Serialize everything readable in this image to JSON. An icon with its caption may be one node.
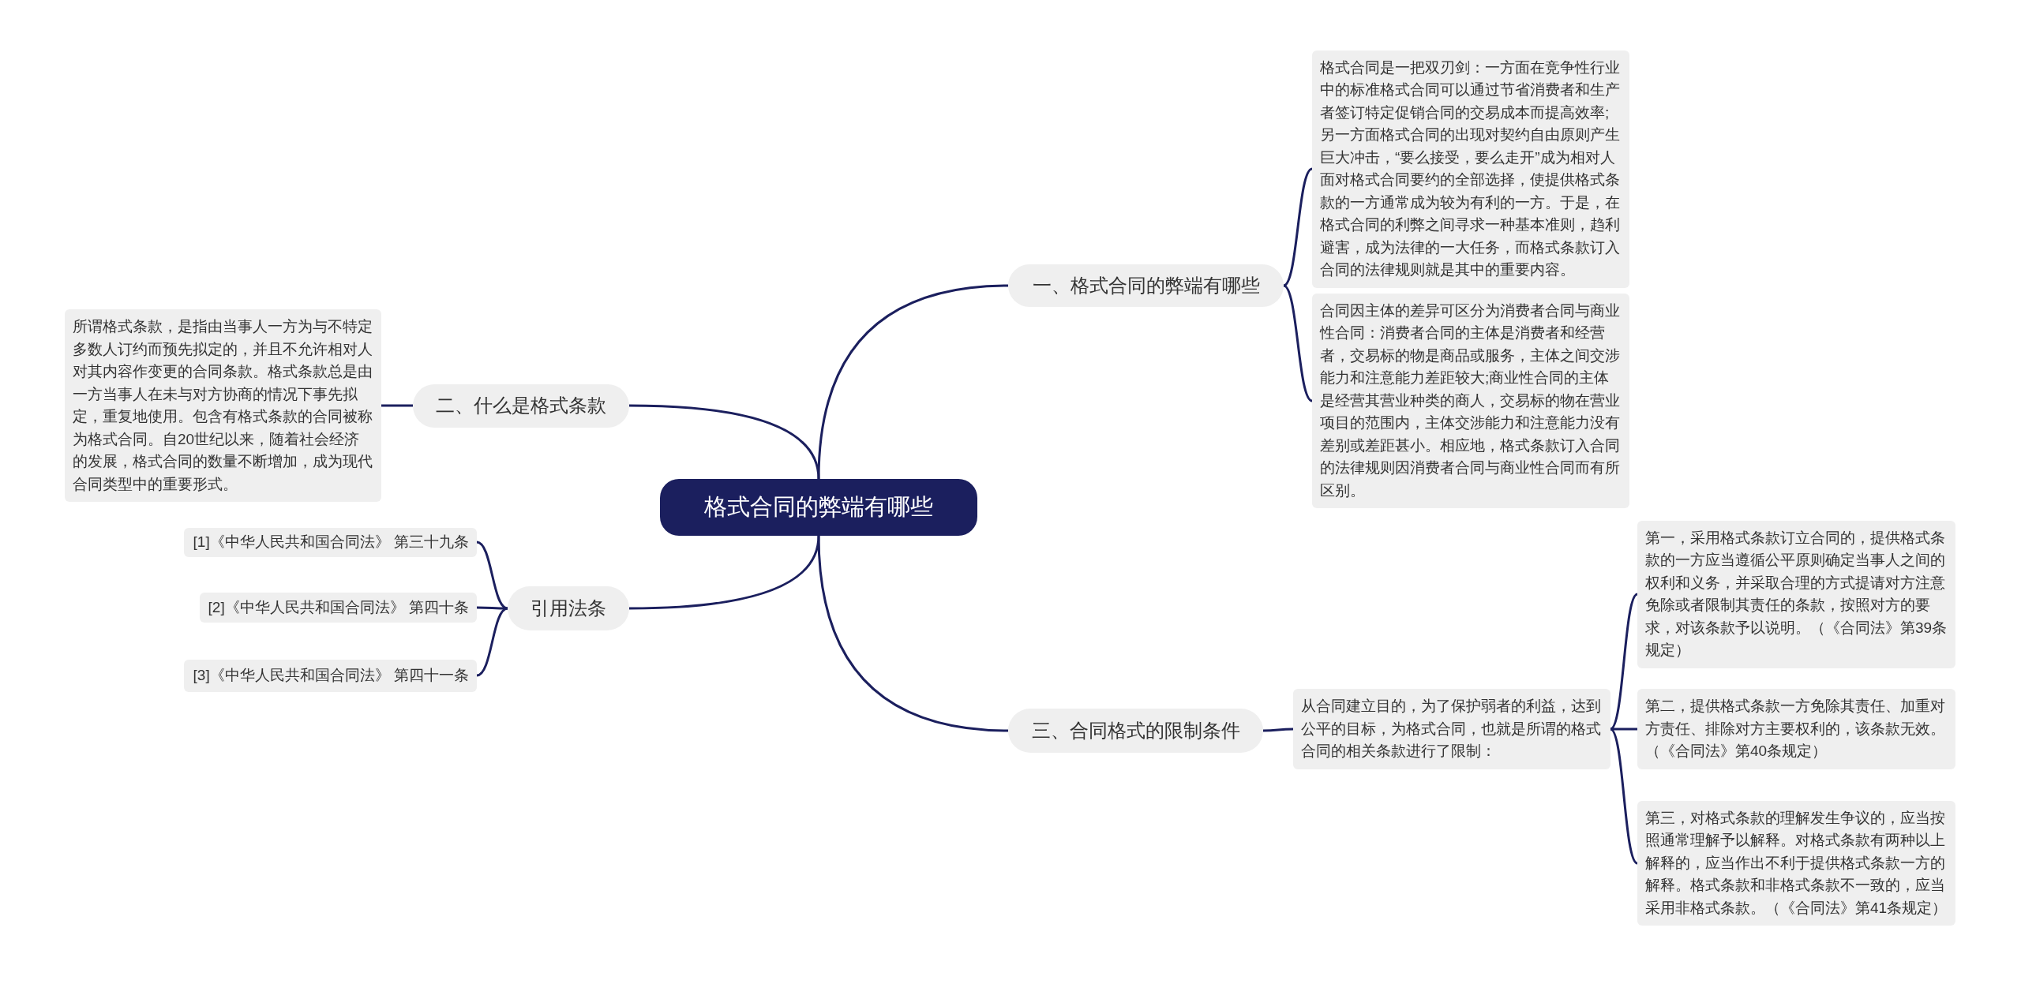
{
  "diagram": {
    "nodes": [
      {
        "text": [
          "格式合同的弊端有哪些"
        ]
      },
      {
        "text": [
          "一、格式合同的弊端有哪些"
        ]
      },
      {
        "text": [
          "格式合同是一把双刃剑：一方面在竞争性行业中的标准格式合同可以通过节省消费者和生产者签订特定促销合同的交易成本而提高效率;另一方面格式合同的出现对契约自由原则产生巨大冲击，“要么接受，要么走开”成为相对人面对格式合同要约的全部选择，使提供格式条款的一方通常成为较为有利的一方。于是，在格式合同的利弊之间寻求一种基本准则，趋利避害，成为法律的一大任务，而格式条款订入合同的法律规则就是其中的重要内容。"
        ]
      },
      {
        "text": [
          "合同因主体的差异可区分为消费者合同与商业性合同：消费者合同的主体是消费者和经营者，交易标的物是商品或服务，主体之间交涉能力和注意能力差距较大;商业性合同的主体是经营其营业种类的商人，交易标的物在营业项目的范围内，主体交涉能力和注意能力没有差别或差距甚小。相应地，格式条款订入合同的法律规则因消费者合同与商业性合同而有所区别。"
        ]
      },
      {
        "text": [
          "二、什么是格式条款"
        ]
      },
      {
        "text": [
          "所谓格式条款，是指由当事人一方为与不特定多数人订约而预先拟定的，并且不允许相对人对其内容作变更的合同条款。格式条款总是由一方当事人在未与对方协商的情况下事先拟定，重复地使用。包含有格式条款的合同被称为格式合同。自20世纪以来，随着社会经济的发展，格式合同的数量不断增加，成为现代合同类型中的重要形式。"
        ]
      },
      {
        "text": [
          "引用法条"
        ]
      },
      {
        "text": [
          "[1]《中华人民共和国合同法》 第三十九条"
        ]
      },
      {
        "text": [
          "[2]《中华人民共和国合同法》 第四十条"
        ]
      },
      {
        "text": [
          "[3]《中华人民共和国合同法》 第四十一条"
        ]
      },
      {
        "text": [
          "三、合同格式的限制条件"
        ]
      },
      {
        "text": [
          "从合同建立目的，为了保护弱者的利益，达到公平的目标，为格式合同，也就是所谓的格式合同的相关条款进行了限制："
        ]
      },
      {
        "text": [
          "第一，采用格式条款订立合同的，提供格式条款的一方应当遵循公平原则确定当事人之间的权利和义务，并采取合理的方式提请对方注意免除或者限制其责任的条款，按照对方的要求，对该条款予以说明。（《合同法》第39条规定）"
        ]
      },
      {
        "text": [
          "第二，提供格式条款一方免除其责任、加重对方责任、排除对方主要权利的，该条款无效。（《合同法》第40条规定）"
        ]
      },
      {
        "text": [
          "第三，对格式条款的理解发生争议的，应当按照通常理解予以解释。对格式条款有两种以上解释的，应当作出不利于提供格式条款一方的解释。格式条款和非格式条款不一致的，应当采用非格式条款。（《合同法》第41条规定）"
        ]
      }
    ],
    "edges": [
      {
        "from": 0,
        "to": 1,
        "arrow": "none"
      },
      {
        "from": 1,
        "to": 2,
        "arrow": "none"
      },
      {
        "from": 1,
        "to": 3,
        "arrow": "none"
      },
      {
        "from": 0,
        "to": 4,
        "arrow": "none"
      },
      {
        "from": 4,
        "to": 5,
        "arrow": "none"
      },
      {
        "from": 0,
        "to": 6,
        "arrow": "none"
      },
      {
        "from": 6,
        "to": 7,
        "arrow": "none"
      },
      {
        "from": 6,
        "to": 8,
        "arrow": "none"
      },
      {
        "from": 6,
        "to": 9,
        "arrow": "none"
      },
      {
        "from": 0,
        "to": 10,
        "arrow": "none"
      },
      {
        "from": 10,
        "to": 11,
        "arrow": "none"
      },
      {
        "from": 11,
        "to": 12,
        "arrow": "none"
      },
      {
        "from": 11,
        "to": 13,
        "arrow": "none"
      },
      {
        "from": 11,
        "to": 14,
        "arrow": "none"
      }
    ]
  }
}
